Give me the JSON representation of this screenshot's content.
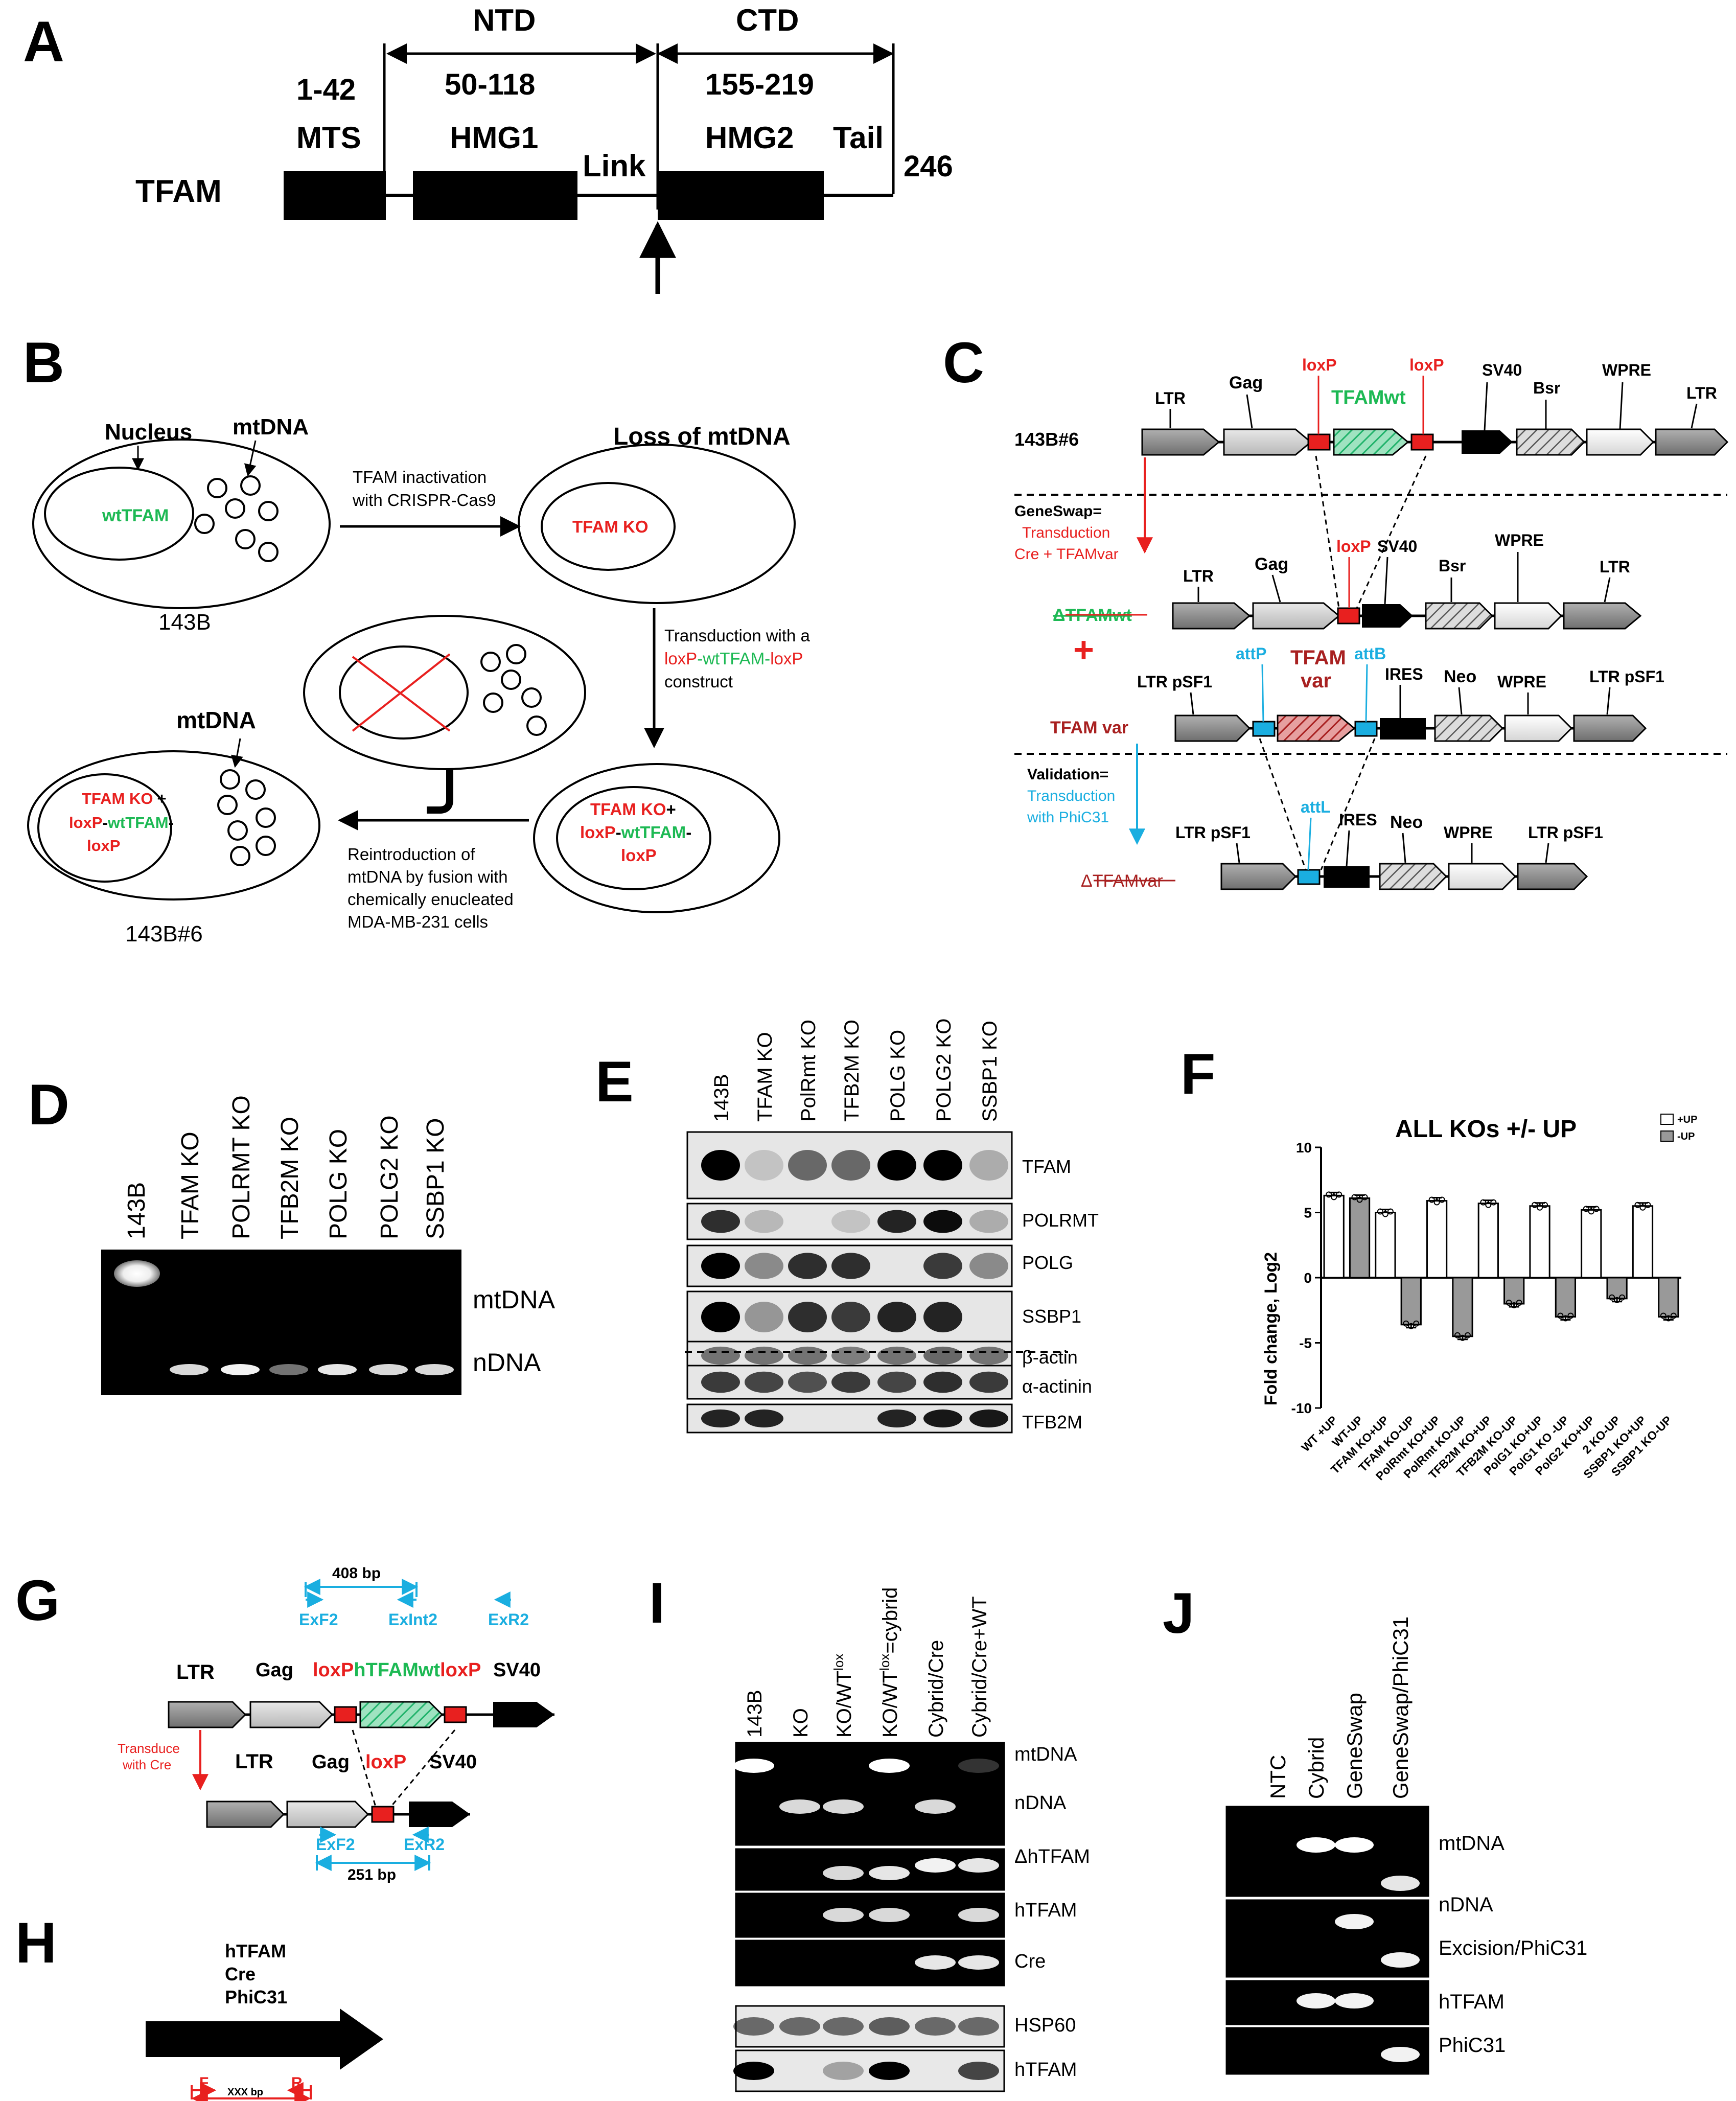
{
  "panels": {
    "A": {
      "label": "A",
      "ntd": "NTD",
      "ctd": "CTD",
      "r1": "1-42",
      "r2": "50-118",
      "r3": "155-219",
      "mts": "MTS",
      "hmg1": "HMG1",
      "link": "Link",
      "hmg2": "HMG2",
      "tail": "Tail",
      "end": "246",
      "protein": "TFAM"
    },
    "B": {
      "label": "B",
      "nucleus": "Nucleus",
      "mtdna": "mtDNA",
      "wt": "wtTFAM",
      "cell1": "143B",
      "step1a": "TFAM inactivation",
      "step1b": "with CRISPR-Cas9",
      "loss": "Loss of mtDNA",
      "ko": "TFAM KO",
      "step2a": "Transduction with a",
      "step2b_1": "loxP",
      "step2b_2": "-wtTFAM-",
      "step2b_3": "loxP",
      "step2c": "construct",
      "ko2": "TFAM KO",
      "plus": "+",
      "lox1": "loxP",
      "dash1": "-",
      "wt2": "wtTFAM",
      "dash2": "-",
      "lox2": "loxP",
      "step3a": "Reintroduction of",
      "step3b": "mtDNA by fusion with",
      "step3c": "chemically enucleated",
      "step3d": "MDA-MB-231 cells",
      "mtdna2": "mtDNA",
      "cell2": "143B#6"
    },
    "C": {
      "label": "C",
      "line1": "143B#6",
      "ltr": "LTR",
      "gag": "Gag",
      "loxp": "loxP",
      "tfamwt": "TFAMwt",
      "sv40": "SV40",
      "bsr": "Bsr",
      "wpre": "WPRE",
      "geneswap1": "GeneSwap=",
      "geneswap2": "Transduction",
      "geneswap3": "Cre + TFAMvar",
      "delta_wt": "ΔTFAMwt",
      "plus": "+",
      "ltrpsf1": "LTR pSF1",
      "attp": "attP",
      "tfamvar1": "TFAM",
      "tfamvar2": "var",
      "attb": "attB",
      "ires": "IRES",
      "neo": "Neo",
      "tfamvar_label": "TFAM var",
      "valid1": "Validation=",
      "valid2": "Transduction",
      "valid3": "with PhiC31",
      "attl": "attL",
      "delta_var": "ΔTFAMvar"
    },
    "D": {
      "label": "D",
      "lanes": [
        "143B",
        "TFAM KO",
        "POLRMT KO",
        "TFB2M KO",
        "POLG KO",
        "POLG2 KO",
        "SSBP1 KO"
      ],
      "bands": [
        "mtDNA",
        "nDNA"
      ]
    },
    "E": {
      "label": "E",
      "lanes": [
        "143B",
        "TFAM KO",
        "PolRmt KO",
        "TFB2M KO",
        "POLG KO",
        "POLG2 KO",
        "SSBP1 KO"
      ],
      "blots": [
        "TFAM",
        "POLRMT",
        "POLG",
        "SSBP1",
        "β-actin",
        "α-actinin",
        "TFB2M"
      ]
    },
    "F": {
      "label": "F",
      "title": "ALL KOs +/- UP",
      "legend_plus": "+UP",
      "legend_minus": "-UP",
      "ylabel": "Fold change, Log2"
    },
    "G": {
      "label": "G",
      "bp408": "408 bp",
      "exf2": "ExF2",
      "exint2": "ExInt2",
      "exr2": "ExR2",
      "ltr": "LTR",
      "gag": "Gag",
      "loxp": "loxP",
      "htfamwt": "hTFAMwt",
      "sv40": "SV40",
      "trans1": "Transduce",
      "trans2": "with Cre",
      "bp251": "251 bp"
    },
    "H": {
      "label": "H",
      "l1": "hTFAM",
      "l2": "Cre",
      "l3": "PhiC31",
      "f": "F",
      "r": "R",
      "xxx": "XXX bp"
    },
    "I": {
      "label": "I",
      "lanes": [
        "143B",
        "KO",
        "KO/WT",
        "KO/WT",
        "Cybrid/Cre",
        "Cybrid/Cre+WT"
      ],
      "lox": "lox",
      "cybrid_suffix": "=cybrid",
      "bands": [
        "mtDNA",
        "nDNA",
        "ΔhTFAM",
        "hTFAM",
        "Cre",
        "HSP60",
        "hTFAM"
      ]
    },
    "J": {
      "label": "J",
      "lanes": [
        "NTC",
        "Cybrid",
        "GeneSwap",
        "GeneSwap/PhiC31"
      ],
      "bands": [
        "mtDNA",
        "nDNA",
        "Excision/PhiC31",
        "hTFAM",
        "PhiC31"
      ]
    }
  },
  "chart_data": {
    "type": "bar",
    "title": "ALL KOs +/- UP",
    "ylabel": "Fold change, Log2",
    "ylim": [
      -10,
      10
    ],
    "legend": "top-right",
    "categories": [
      "WT +UP",
      "WT-UP",
      "TFAM KO+UP",
      "TFAM KO-UP",
      "PolRmt KO+UP",
      "PolRmt KO-UP",
      "TFB2M KO+UP",
      "TFB2M KO-UP",
      "PolG1 KO+UP",
      "PolG1 KO -UP",
      "PolG2 KO+UP",
      "2 KO-UP",
      "SSBP1 KO+UP",
      "SSBP1 KO-UP"
    ],
    "values": [
      6.3,
      6.1,
      5.0,
      -3.6,
      5.9,
      -4.5,
      5.7,
      -2.0,
      5.5,
      -3.0,
      5.2,
      -1.6,
      5.5,
      -3.0
    ],
    "fills": [
      "white",
      "grey",
      "white",
      "grey",
      "white",
      "grey",
      "white",
      "grey",
      "white",
      "grey",
      "white",
      "grey",
      "white",
      "grey"
    ],
    "ticks": [
      10,
      5,
      0,
      -5,
      -10
    ],
    "colors": {
      "plus": "#ffffff",
      "minus": "#999999"
    }
  }
}
